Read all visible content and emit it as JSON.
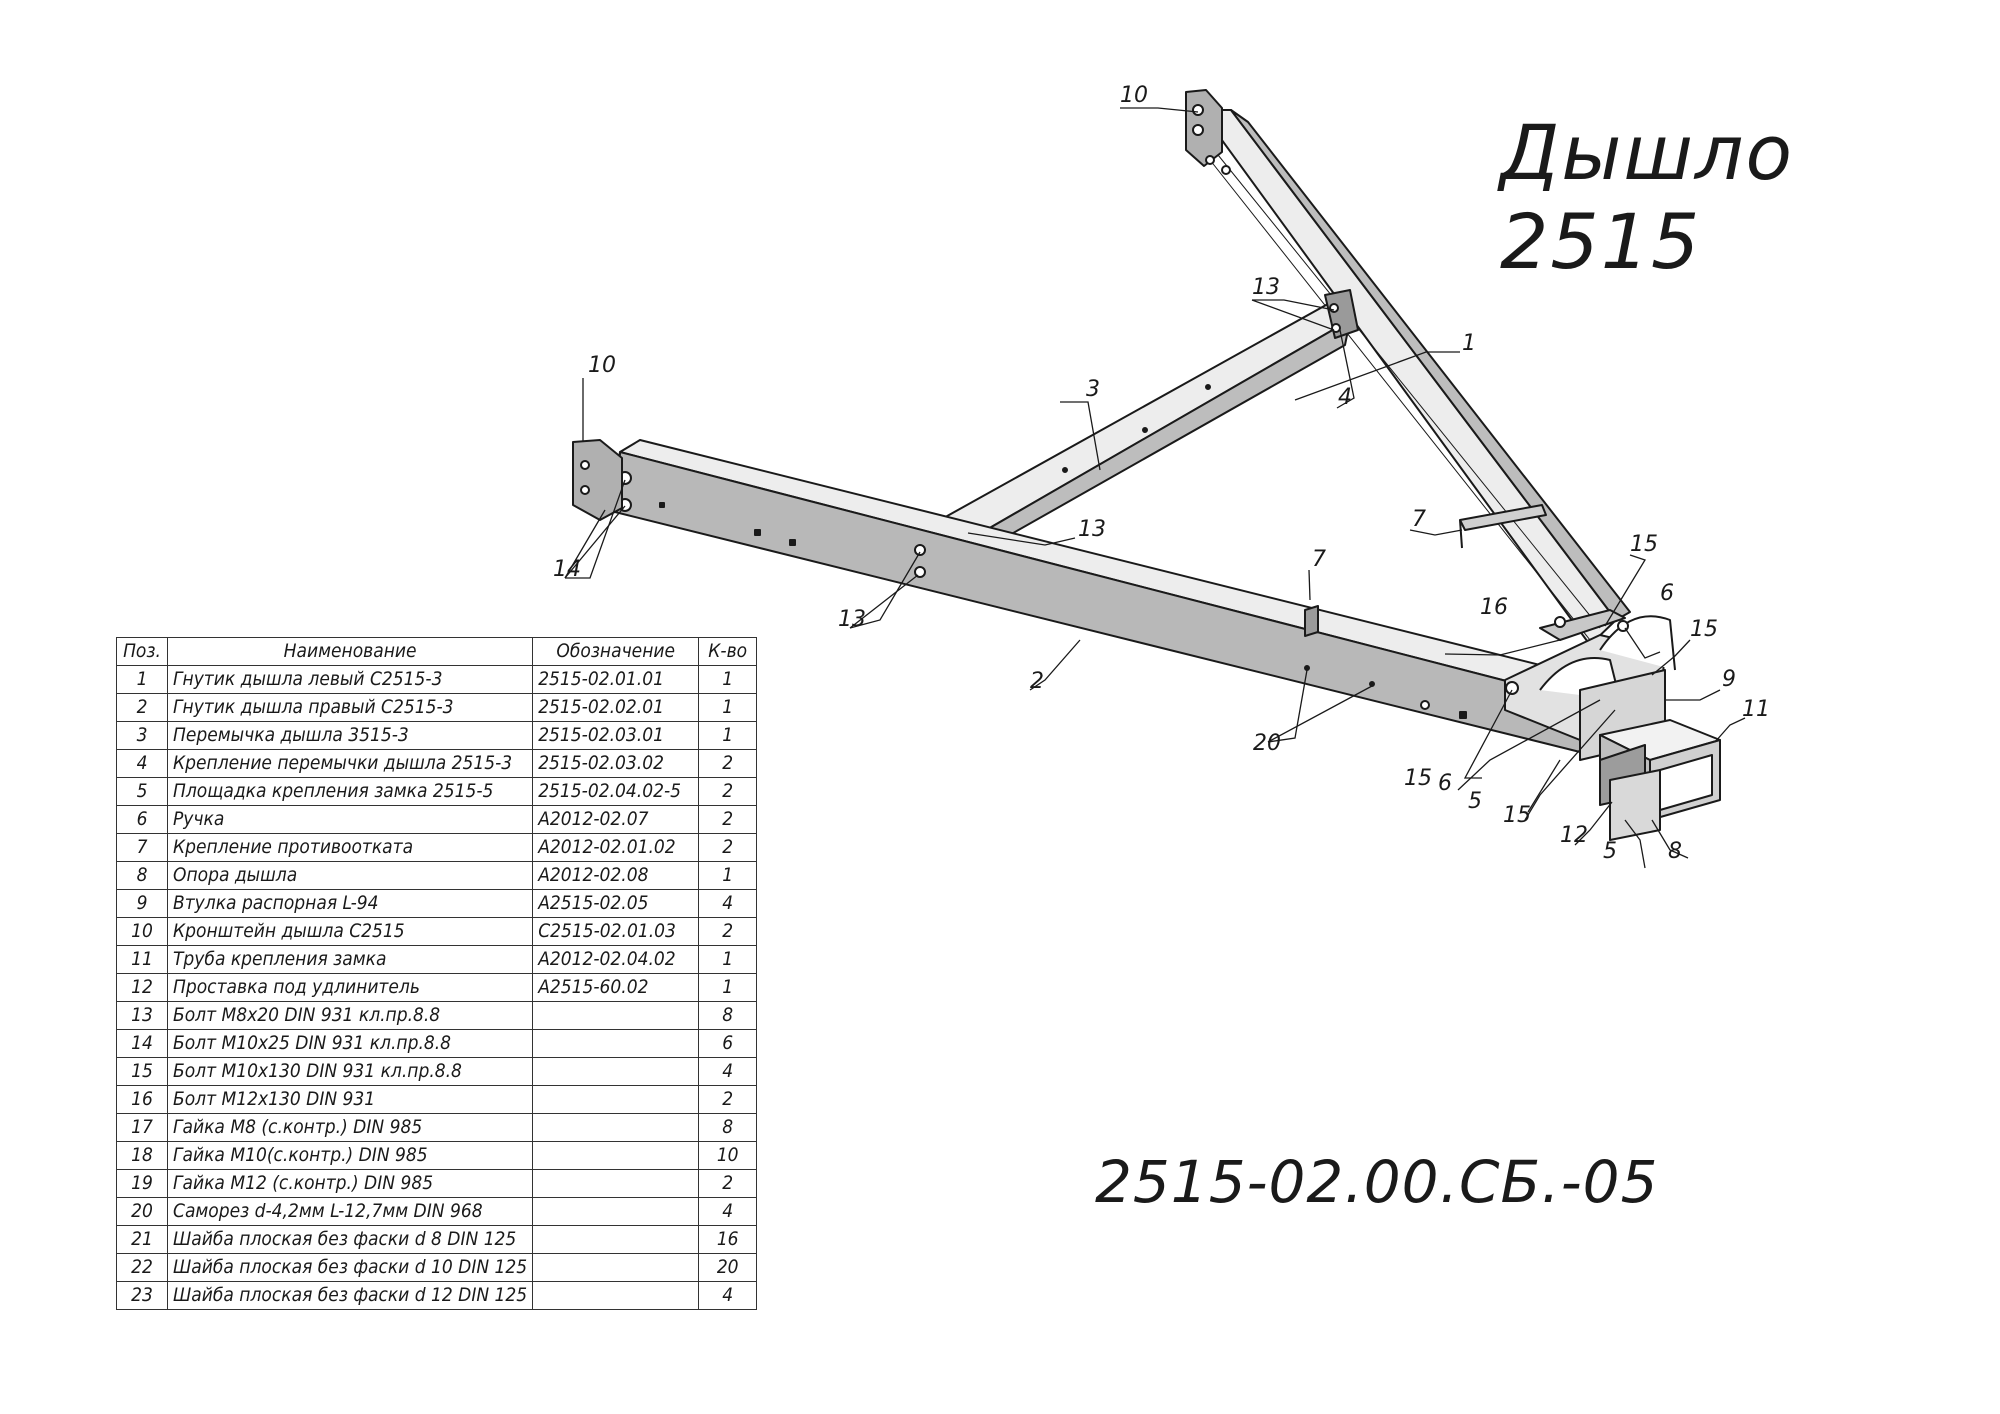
{
  "title": "Дышло 2515",
  "doc_code": "2515-02.00.СБ.-05",
  "callouts": [
    "10",
    "10",
    "1",
    "3",
    "4",
    "13",
    "13",
    "13",
    "14",
    "2",
    "7",
    "7",
    "20",
    "15",
    "15",
    "15",
    "15",
    "16",
    "6",
    "6",
    "9",
    "11",
    "5",
    "5",
    "12",
    "8"
  ],
  "parts_table": {
    "headers": {
      "pos": "Поз.",
      "name": "Наименование",
      "code": "Обозначение",
      "qty": "К-во"
    },
    "rows": [
      {
        "pos": "1",
        "name": "Гнутик дышла левый С2515-3",
        "code": "2515-02.01.01",
        "qty": "1"
      },
      {
        "pos": "2",
        "name": "Гнутик дышла правый С2515-3",
        "code": "2515-02.02.01",
        "qty": "1"
      },
      {
        "pos": "3",
        "name": "Перемычка дышла 3515-3",
        "code": "2515-02.03.01",
        "qty": "1"
      },
      {
        "pos": "4",
        "name": "Крепление перемычки дышла 2515-3",
        "code": "2515-02.03.02",
        "qty": "2"
      },
      {
        "pos": "5",
        "name": "Площадка крепления замка 2515-5",
        "code": "2515-02.04.02-5",
        "qty": "2"
      },
      {
        "pos": "6",
        "name": "Ручка",
        "code": "А2012-02.07",
        "qty": "2"
      },
      {
        "pos": "7",
        "name": "Крепление противооткатa",
        "code": "А2012-02.01.02",
        "qty": "2"
      },
      {
        "pos": "8",
        "name": "Опора дышла",
        "code": "А2012-02.08",
        "qty": "1"
      },
      {
        "pos": "9",
        "name": "Втулка распорная L-94",
        "code": "А2515-02.05",
        "qty": "4"
      },
      {
        "pos": "10",
        "name": "Кронштейн дышла С2515",
        "code": "С2515-02.01.03",
        "qty": "2"
      },
      {
        "pos": "11",
        "name": "Труба крепления замка",
        "code": "А2012-02.04.02",
        "qty": "1"
      },
      {
        "pos": "12",
        "name": "Проставка под удлинитель",
        "code": "А2515-60.02",
        "qty": "1"
      },
      {
        "pos": "13",
        "name": "Болт М8х20 DIN 931 кл.пр.8.8",
        "code": "",
        "qty": "8"
      },
      {
        "pos": "14",
        "name": "Болт М10х25 DIN 931 кл.пр.8.8",
        "code": "",
        "qty": "6"
      },
      {
        "pos": "15",
        "name": "Болт М10х130 DIN 931 кл.пр.8.8",
        "code": "",
        "qty": "4"
      },
      {
        "pos": "16",
        "name": "Болт М12х130 DIN 931",
        "code": "",
        "qty": "2"
      },
      {
        "pos": "17",
        "name": "Гайка  М8 (с.контр.) DIN 985",
        "code": "",
        "qty": "8"
      },
      {
        "pos": "18",
        "name": "Гайка М10(с.контр.) DIN 985",
        "code": "",
        "qty": "10"
      },
      {
        "pos": "19",
        "name": "Гайка  М12 (с.контр.) DIN 985",
        "code": "",
        "qty": "2"
      },
      {
        "pos": "20",
        "name": "Саморез d-4,2мм L-12,7мм DIN 968",
        "code": "",
        "qty": "4"
      },
      {
        "pos": "21",
        "name": "Шайба плоская без фаски d 8 DIN 125",
        "code": "",
        "qty": "16"
      },
      {
        "pos": "22",
        "name": "Шайба плоская без фаски d 10  DIN 125",
        "code": "",
        "qty": "20"
      },
      {
        "pos": "23",
        "name": "Шайба плоская без фаски d 12  DIN 125",
        "code": "",
        "qty": "4"
      }
    ]
  }
}
